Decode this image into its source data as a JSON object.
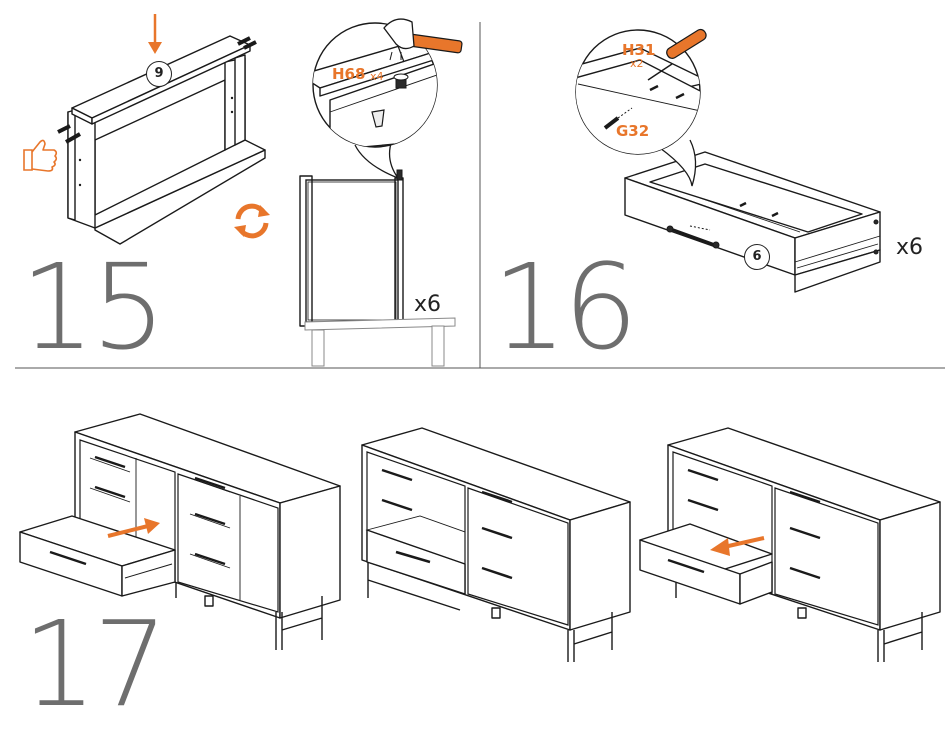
{
  "steps": [
    {
      "number": "15",
      "quantity": "x6",
      "part_callout": {
        "code": "H68",
        "count": "x4"
      },
      "board_label": "9"
    },
    {
      "number": "16",
      "quantity": "x6",
      "part_callouts": [
        {
          "code": "H31",
          "count": "x2"
        },
        {
          "code": "G32"
        }
      ],
      "drawer_label": "6"
    },
    {
      "number": "17"
    }
  ],
  "colors": {
    "accent": "#e8762b",
    "line": "#1a1a1a",
    "step_number": "#6e6e6e"
  },
  "icons": [
    "thumbs-up-icon",
    "rotate-icon",
    "hammer-icon",
    "screwdriver-icon",
    "arrow-icon"
  ]
}
